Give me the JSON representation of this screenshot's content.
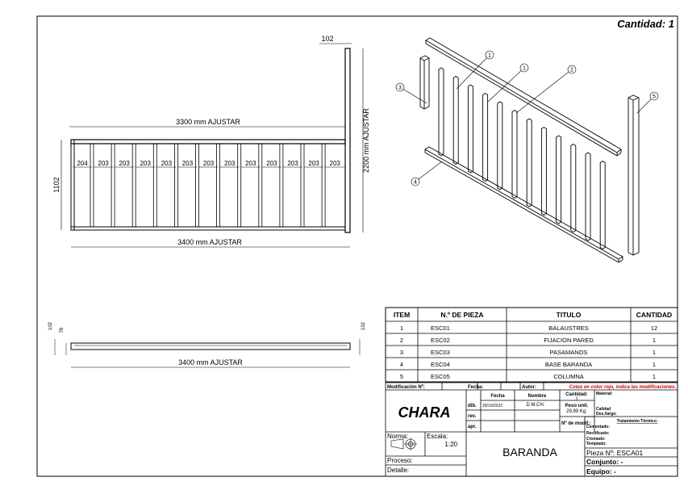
{
  "quantity_label": "Cantidad: 1",
  "front_view": {
    "top_width": "3300 mm AJUSTAR",
    "bottom_width": "3400 mm AJUSTAR",
    "height": "1102",
    "post_height": "2200 mm AJUSTAR",
    "post_width": "102",
    "spacings": [
      "204",
      "203",
      "203",
      "203",
      "203",
      "203",
      "203",
      "203",
      "203",
      "203",
      "203",
      "203",
      "203"
    ]
  },
  "top_view": {
    "width": "3400 mm AJUSTAR",
    "dim_a": "102",
    "dim_b": "76",
    "dim_c": "102"
  },
  "balloons": [
    "1",
    "1",
    "2",
    "3",
    "4",
    "5"
  ],
  "parts_table": {
    "headers": [
      "ITEM",
      "N.º DE PIEZA",
      "TITULO",
      "CANTIDAD"
    ],
    "rows": [
      [
        "1",
        "ESC01",
        "BALAUSTRES",
        "12"
      ],
      [
        "2",
        "ESC02",
        "FIJACION PARED",
        "1"
      ],
      [
        "3",
        "ESC03",
        "PASAMANOS",
        "1"
      ],
      [
        "4",
        "ESC04",
        "BASE BARANDA",
        "1"
      ],
      [
        "5",
        "ESC05",
        "COLUMNA",
        "1"
      ]
    ]
  },
  "title_block": {
    "mod_label": "Modificación Nº:",
    "fecha_label": "Fecha:",
    "autor_label": "Autor:",
    "note": "Cotas en color rojo, indica las modificaciones.",
    "note_color": "#d00000",
    "company": "CHARA",
    "col_fecha": "Fecha",
    "col_nombre": "Nombre",
    "dib": "dib.",
    "dib_date": "29/10/2022",
    "dib_name": "D.M.CH.",
    "rev": "rev.",
    "apr": "apr.",
    "cantidad_label": "Cantidad:",
    "cantidad": "1",
    "peso_label": "Peso unit.",
    "peso": "29.89 Kg.",
    "nmodif": "Nº de modif.:",
    "material": "Material:",
    "calidad": "Calidad",
    "deslargo": "Des./largo:",
    "tratamiento": "Tratamiento Térmico:",
    "cementado": "Cementado:",
    "rectificado": "Rectificado:",
    "cromado": "Cromado:",
    "templado": "Templado:",
    "norma": "Norma:",
    "escala_label": "Escala:",
    "escala": "1:20",
    "title": "BARANDA",
    "pieza": "Pieza Nº: ESCA01",
    "conjunto": "Conjunto: -",
    "equipo": "Equipo: -",
    "proceso": "Proceso:",
    "detalle": "Detalle:"
  }
}
